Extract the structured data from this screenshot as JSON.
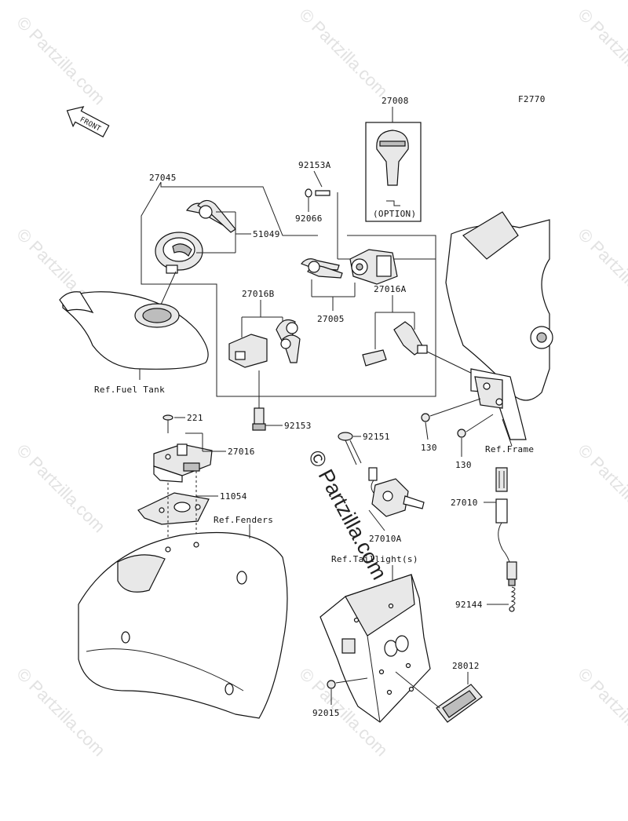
{
  "figure_code": "F2770",
  "front_label": "FRONT",
  "watermark_text": "© Partzilla.com",
  "watermark_center_text": "© Partzilla.com",
  "parts": {
    "p27008": "27008",
    "option": "(OPTION)",
    "p92153A": "92153A",
    "p92066": "92066",
    "p27045": "27045",
    "p51049": "51049",
    "p27005": "27005",
    "p27016B": "27016B",
    "p27016A": "27016A",
    "p92153": "92153",
    "p221": "221",
    "p27016": "27016",
    "p11054": "11054",
    "p92151": "92151",
    "p27010A": "27010A",
    "p130a": "130",
    "p130b": "130",
    "p27010": "27010",
    "p92144": "92144",
    "p28012": "28012",
    "p92015": "92015"
  },
  "refs": {
    "fuel_tank": "Ref.Fuel Tank",
    "fenders": "Ref.Fenders",
    "frame": "Ref.Frame",
    "taillight": "Ref.Taillight(s)"
  }
}
